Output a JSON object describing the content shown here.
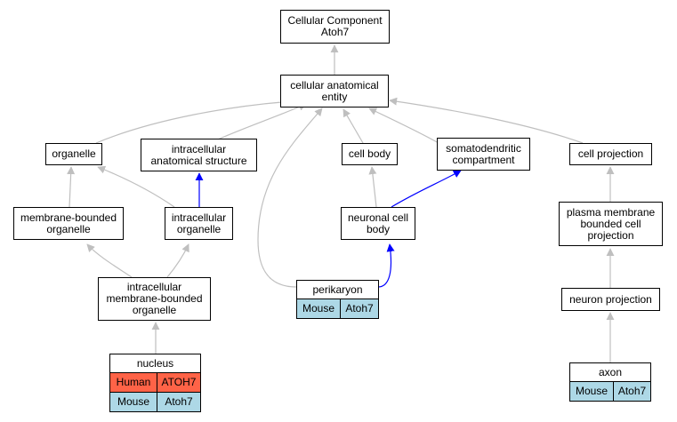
{
  "colors": {
    "edge_gray": "#bfbfbf",
    "edge_blue": "#0000ff",
    "human_cell": "#ff6347",
    "mouse_cell": "#add8e6"
  },
  "nodes": {
    "root": {
      "line1": "Cellular Component",
      "line2": "Atoh7"
    },
    "cae": {
      "line1": "cellular anatomical",
      "line2": "entity"
    },
    "organelle": {
      "line1": "organelle"
    },
    "ias": {
      "line1": "intracellular",
      "line2": "anatomical structure"
    },
    "cellbody": {
      "line1": "cell body"
    },
    "somato": {
      "line1": "somatodendritic",
      "line2": "compartment"
    },
    "cellproj": {
      "line1": "cell projection"
    },
    "mbo": {
      "line1": "membrane-bounded",
      "line2": "organelle"
    },
    "io": {
      "line1": "intracellular",
      "line2": "organelle"
    },
    "ncb": {
      "line1": "neuronal cell",
      "line2": "body"
    },
    "pmbcp": {
      "line1": "plasma membrane",
      "line2": "bounded cell",
      "line3": "projection"
    },
    "imbo": {
      "line1": "intracellular",
      "line2": "membrane-bounded",
      "line3": "organelle"
    },
    "np": {
      "line1": "neuron projection"
    }
  },
  "terms": {
    "perikaryon": {
      "title": "perikaryon",
      "rows": [
        {
          "species": "Mouse",
          "gene": "Atoh7"
        }
      ]
    },
    "nucleus": {
      "title": "nucleus",
      "rows": [
        {
          "species": "Human",
          "gene": "ATOH7"
        },
        {
          "species": "Mouse",
          "gene": "Atoh7"
        }
      ]
    },
    "axon": {
      "title": "axon",
      "rows": [
        {
          "species": "Mouse",
          "gene": "Atoh7"
        }
      ]
    }
  }
}
